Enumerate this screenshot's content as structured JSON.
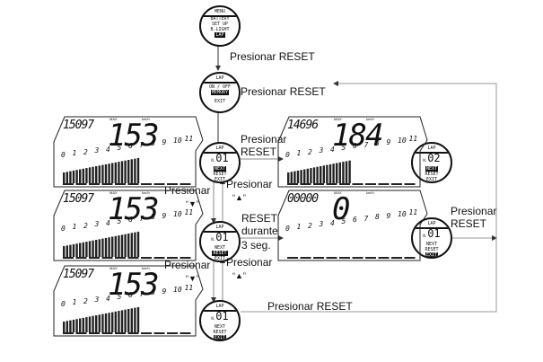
{
  "diagram": {
    "type": "flow",
    "menu_dial": {
      "title": "MENU",
      "items": [
        "BATTERY",
        "SET UP",
        "B.LIGHT",
        "LAP"
      ],
      "highlighted": "LAP"
    },
    "lap_on_off_dial": {
      "title": "LAP",
      "items": [
        "ON / OFF",
        "MEMORY",
        "EXIT"
      ],
      "highlighted": "MEMORY"
    },
    "lap_dials": [
      {
        "id": "lap-01-next-highlight",
        "title": "LAP",
        "prefix": "N.",
        "lap": "01",
        "items": [
          "NEXT",
          "RESET",
          "EXIT"
        ],
        "highlighted": "NEXT"
      },
      {
        "id": "lap-01-reset-highlight",
        "title": "LAP",
        "prefix": "N.",
        "lap": "01",
        "items": [
          "NEXT",
          "RESET",
          "EXIT"
        ],
        "highlighted": "RESET"
      },
      {
        "id": "lap-01-exit-highlight",
        "title": "LAP",
        "prefix": "N.",
        "lap": "01",
        "items": [
          "NEXT",
          "RESET",
          "EXIT"
        ],
        "highlighted": "EXIT"
      },
      {
        "id": "lap-02-next-highlight",
        "title": "LAP",
        "prefix": "N.",
        "lap": "02",
        "items": [
          "NEXT",
          "RESET",
          "EXIT"
        ],
        "highlighted": "NEXT"
      },
      {
        "id": "lap-01-reset-exit",
        "title": "LAP",
        "prefix": "N.",
        "lap": "01",
        "items": [
          "NEXT",
          "RESET",
          "EXIT"
        ],
        "highlighted": "EXIT"
      }
    ],
    "lcd_displays": [
      {
        "id": "lcd-left-1",
        "odometer": "15097",
        "max_label": "MAX",
        "unit": "km/h",
        "speed": "153",
        "scale": [
          "0",
          "1",
          "2",
          "3",
          "4",
          "5",
          "6",
          "7",
          "8",
          "9",
          "10",
          "11"
        ],
        "bar_fill": 0.6
      },
      {
        "id": "lcd-left-2",
        "odometer": "15097",
        "max_label": "MAX",
        "unit": "km/h",
        "speed": "153",
        "scale": [
          "0",
          "1",
          "2",
          "3",
          "4",
          "5",
          "6",
          "7",
          "8",
          "9",
          "10",
          "11"
        ],
        "bar_fill": 0.6
      },
      {
        "id": "lcd-left-3",
        "odometer": "15097",
        "max_label": "MAX",
        "unit": "km/h",
        "speed": "153",
        "scale": [
          "0",
          "1",
          "2",
          "3",
          "4",
          "5",
          "6",
          "7",
          "8",
          "9",
          "10",
          "11"
        ],
        "bar_fill": 0.6
      },
      {
        "id": "lcd-right-1",
        "odometer": "14696",
        "max_label": "MAX",
        "unit": "km/h",
        "speed": "184",
        "scale": [
          "0",
          "1",
          "2",
          "3",
          "4",
          "5",
          "6",
          "7",
          "8",
          "9",
          "10",
          "11"
        ],
        "bar_fill": 0.5
      },
      {
        "id": "lcd-right-2",
        "odometer": "00000",
        "max_label": "MAX",
        "unit": "km/h",
        "speed": "0",
        "scale": [
          "0",
          "1",
          "2",
          "3",
          "4",
          "5",
          "6",
          "7",
          "8",
          "9",
          "10",
          "11"
        ],
        "bar_fill": 0.0
      }
    ],
    "labels": {
      "press_reset_1": "Presionar RESET",
      "press_reset_2": "Presionar RESET",
      "press_reset_3a": "Presionar",
      "press_reset_3b": "RESET",
      "press_down_1": "Presionar",
      "press_up_1": "Presionar",
      "reset_hold_a": "RESET",
      "reset_hold_b": "durante",
      "reset_hold_c": "3 seg.",
      "press_reset_right_a": "Presionar",
      "press_reset_right_b": "RESET",
      "press_down_2": "Presionar",
      "press_up_2": "Presionar",
      "press_reset_bottom": "Presionar RESET",
      "down_glyph": "“▼”",
      "up_glyph": "“▲”"
    }
  }
}
